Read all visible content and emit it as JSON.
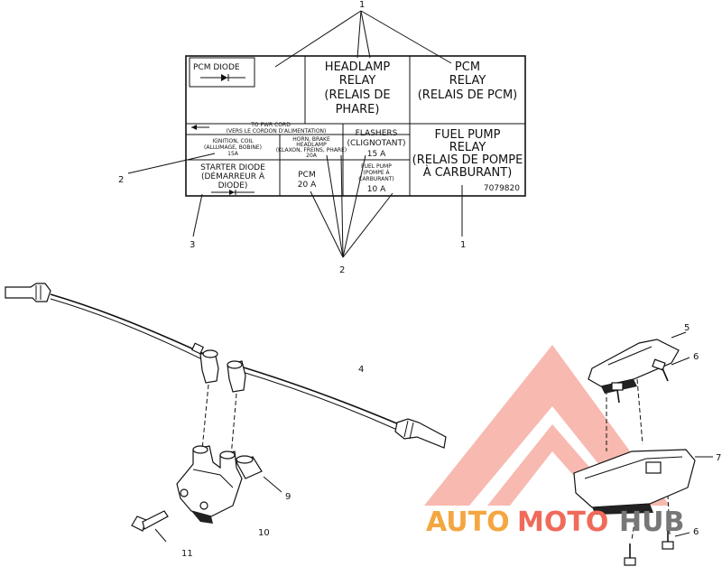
{
  "label": {
    "pcm_diode": "PCM DIODE",
    "headlamp": [
      "HEADLAMP",
      "RELAY",
      "(RELAIS DE",
      "PHARE)"
    ],
    "pcm_relay": [
      "PCM",
      "RELAY",
      "(RELAIS DE PCM)"
    ],
    "pwr_cord": [
      "TO PWR CORD",
      "(VERS LE CORDON D'ALIMENTATION)"
    ],
    "ignition": [
      "IGNITION, COIL",
      "(ALLUMAGE, BOBINE)",
      "15A"
    ],
    "horn": [
      "HORN, BRAKE",
      "HEADLAMP",
      "(KLAXON, FREINS, PHARE)",
      "20A"
    ],
    "flashers": [
      "FLASHERS",
      "(CLIGNOTANT)",
      "15 A"
    ],
    "fuel_pump_relay": [
      "FUEL PUMP",
      "RELAY",
      "(RELAIS DE POMPE",
      "À CARBURANT)"
    ],
    "starter": [
      "STARTER DIODE",
      "(DÉMARREUR À",
      "DIODE)"
    ],
    "pcm_fuse": [
      "PCM",
      "20 A"
    ],
    "fuel_fuse": [
      "FUEL PUMP",
      "(POMPE À",
      "CARBURANT)",
      "10 A"
    ],
    "part_number": "7079820"
  },
  "callouts": {
    "c1_top": "1",
    "c1_right": "1",
    "c2_left": "2",
    "c2_bottom": "2",
    "c3": "3",
    "c4": "4",
    "c5": "5",
    "c6a": "6",
    "c6b": "6",
    "c7": "7",
    "c9": "9",
    "c10": "10",
    "c11": "11"
  },
  "watermark": {
    "auto": "AUTO",
    "moto": "MOTO",
    "hub": "HUB",
    "colors": {
      "auto": "#f4a640",
      "moto": "#f06a5a",
      "hub": "#777777"
    }
  }
}
